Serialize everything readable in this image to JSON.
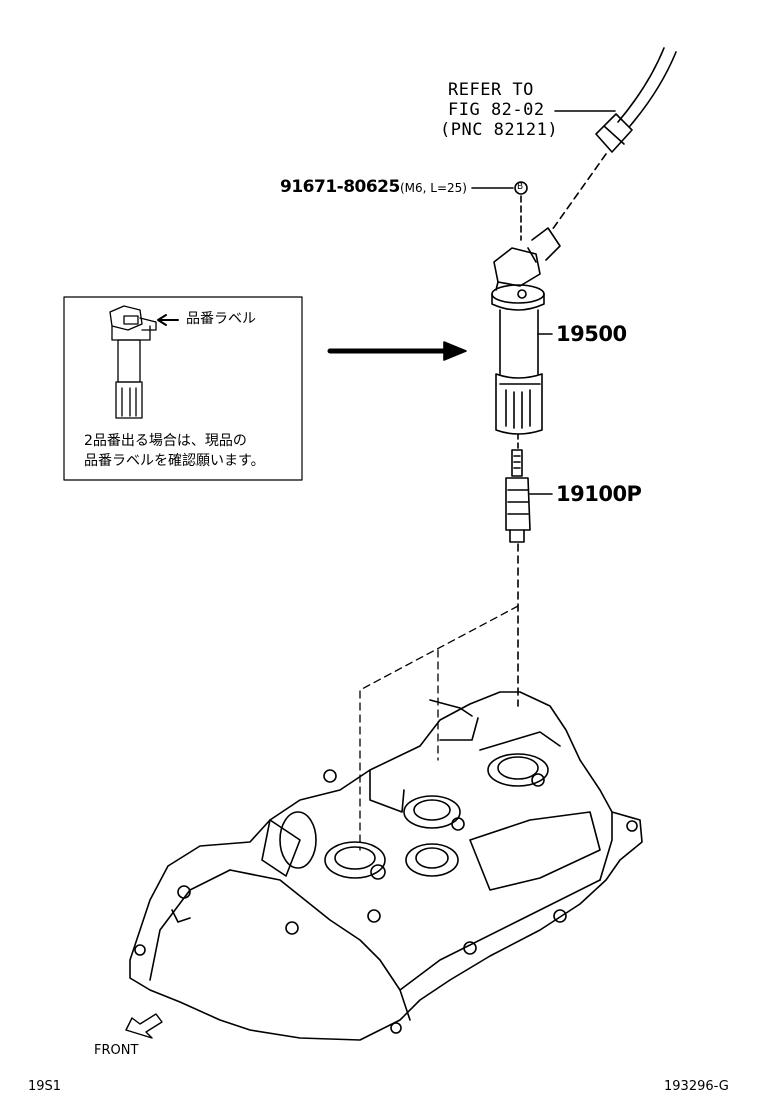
{
  "refer": {
    "line1": "REFER TO",
    "line2": "FIG 82-02",
    "line3": "(PNC 82121)"
  },
  "bolt": {
    "part_number": "91671-80625",
    "spec": "(M6, L=25)",
    "marker": "B"
  },
  "parts": {
    "coil": "19500",
    "plug": "19100P"
  },
  "inset": {
    "label_callout": "品番ラベル",
    "note_line1": "2品番出る場合は、現品の",
    "note_line2": "品番ラベルを確認願います。"
  },
  "front_label": "FRONT",
  "footer": {
    "left": "19S1",
    "right": "193296-G"
  }
}
